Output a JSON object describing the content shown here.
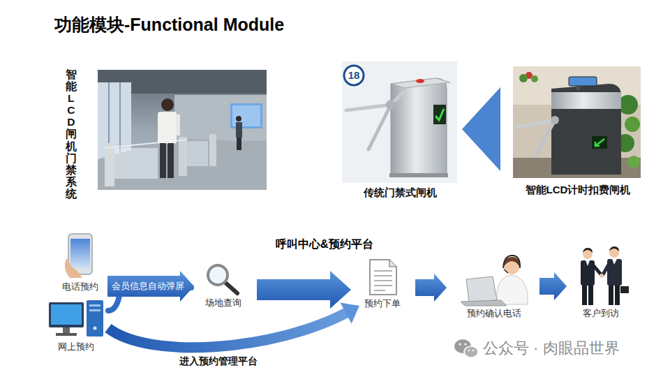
{
  "diagram": {
    "title": "功能模块-Functional Module",
    "nodes": [
      {
        "text": [
          "智能LCD闸机门禁系统"
        ]
      },
      {
        "text": [
          "传统门禁式闸机"
        ]
      },
      {
        "text": [
          "智能LCD计时扣费闸机"
        ]
      },
      {
        "text": [
          "电话预约"
        ]
      },
      {
        "text": [
          "网上预约"
        ]
      },
      {
        "text": [
          "场地查询"
        ]
      },
      {
        "text": [
          "预约下单"
        ]
      },
      {
        "text": [
          "预约确认电话"
        ]
      },
      {
        "text": [
          "客户到访"
        ]
      }
    ],
    "edges": [
      {
        "from": 2,
        "to": 1,
        "arrow": "to"
      },
      {
        "from": 3,
        "to": 5,
        "label": "会员信息自动弹屏",
        "arrow": "to"
      },
      {
        "from": 4,
        "to": 5,
        "arrow": "to"
      },
      {
        "from": 5,
        "to": 6,
        "arrow": "to"
      },
      {
        "from": 6,
        "to": 7,
        "arrow": "to"
      },
      {
        "from": 7,
        "to": 8,
        "arrow": "to"
      },
      {
        "from": 4,
        "to": 6,
        "label": "进入预约管理平台",
        "arrow": "to"
      }
    ],
    "labels": [
      "呼叫中心&预约平台",
      "18",
      "公众号 · 肉眼品世界"
    ]
  }
}
